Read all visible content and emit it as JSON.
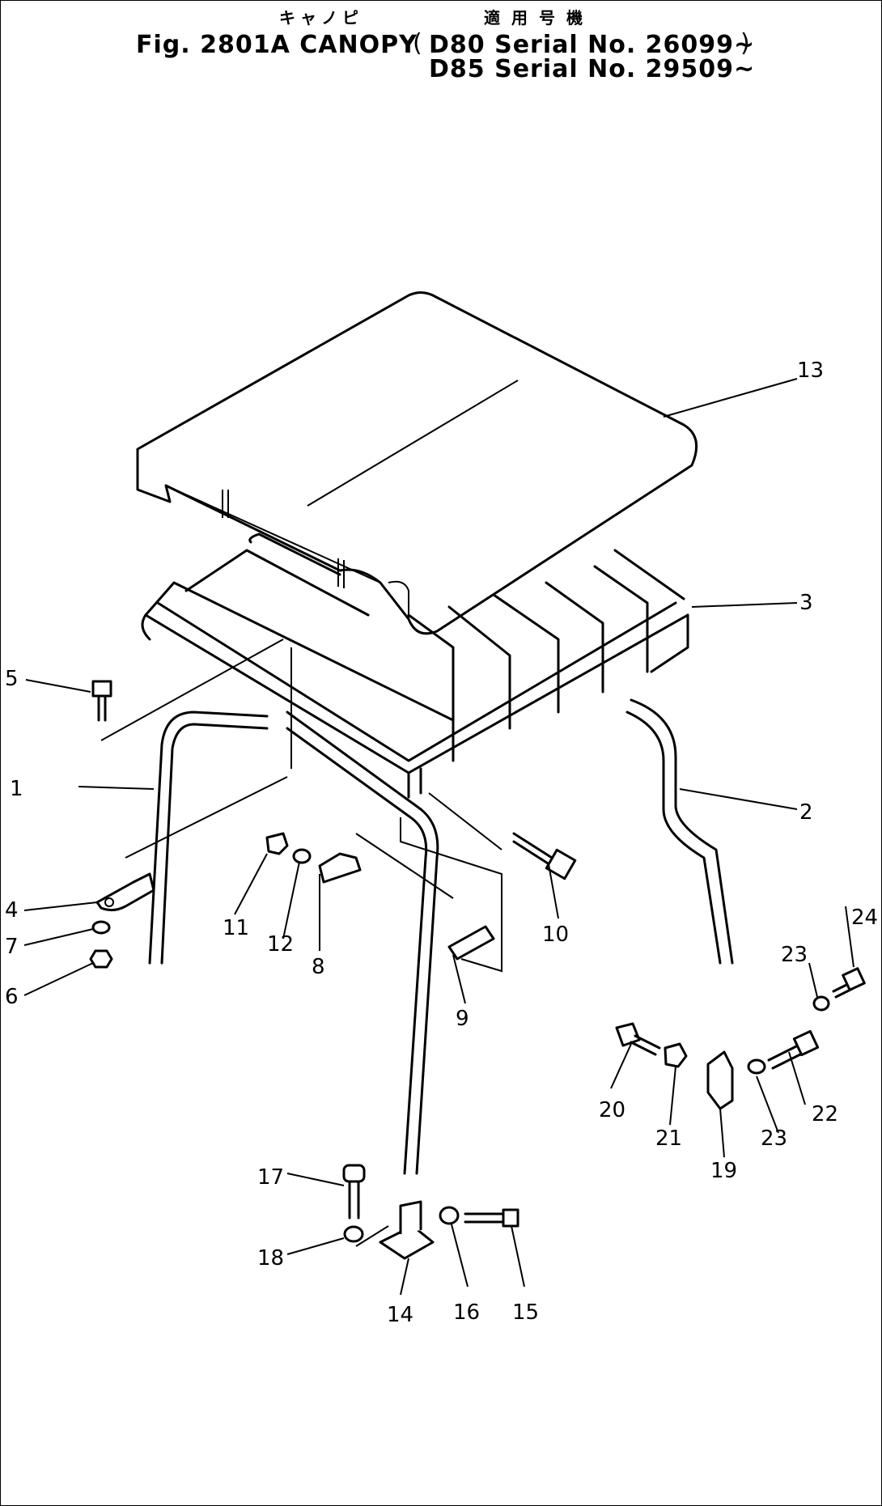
{
  "header": {
    "kana": "キャノピ",
    "kanji": "適用号機",
    "figure": "Fig. 2801A CANOPY",
    "serial_1": "D80 Serial No. 26099~",
    "serial_2": "D85 Serial No. 29509~"
  },
  "callouts": [
    "1",
    "2",
    "3",
    "4",
    "5",
    "6",
    "7",
    "8",
    "9",
    "10",
    "11",
    "12",
    "13",
    "14",
    "15",
    "16",
    "17",
    "18",
    "19",
    "20",
    "21",
    "22",
    "23",
    "23",
    "24"
  ]
}
